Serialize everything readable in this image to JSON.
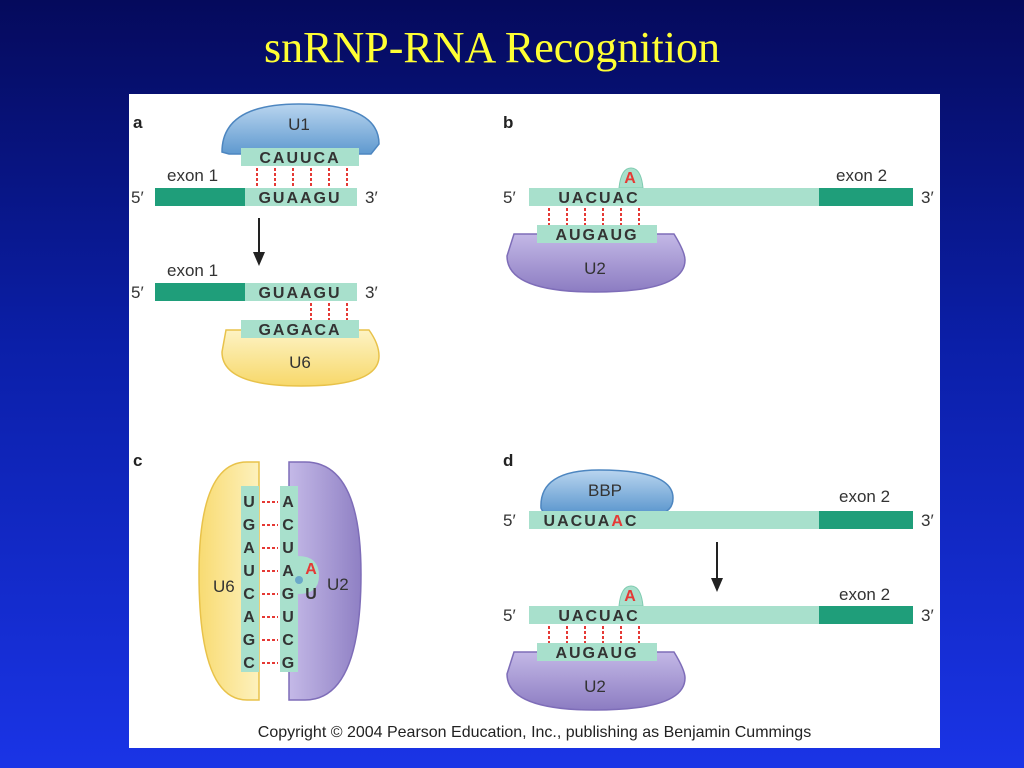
{
  "title": "snRNP-RNA Recognition",
  "panels": {
    "a": {
      "letter": "a",
      "top": {
        "snrnp": "U1",
        "snrnp_seq": "CAUUCA",
        "exon": "exon 1",
        "five": "5′",
        "three": "3′",
        "mrna_seq": "GUAAGU"
      },
      "bottom": {
        "exon": "exon 1",
        "five": "5′",
        "three": "3′",
        "mrna_seq": "GUAAGU",
        "snrnp_seq": "GAGACA",
        "snrnp": "U6"
      }
    },
    "b": {
      "letter": "b",
      "five": "5′",
      "three": "3′",
      "exon": "exon 2",
      "mrna_seq": "UACUAC",
      "bulge": "A",
      "snrnp_seq": "AUGAUG",
      "snrnp": "U2"
    },
    "c": {
      "letter": "c",
      "left_snrnp": "U6",
      "right_snrnp": "U2",
      "left_seq": [
        "U",
        "G",
        "A",
        "U",
        "C",
        "A",
        "G",
        "C"
      ],
      "right_seq_top": [
        "A",
        "C",
        "U",
        "A"
      ],
      "bulge": "A",
      "right_seq_bottom": [
        "G",
        "U",
        "C",
        "G"
      ],
      "right_side_u": "U"
    },
    "d": {
      "letter": "d",
      "top": {
        "protein": "BBP",
        "exon": "exon 2",
        "five": "5′",
        "three": "3′",
        "seq_pre": "UACUA",
        "seq_red": "A",
        "seq_post": "C"
      },
      "bottom": {
        "exon": "exon 2",
        "five": "5′",
        "three": "3′",
        "mrna_seq": "UACUAC",
        "bulge": "A",
        "snrnp_seq": "AUGAUG",
        "snrnp": "U2"
      }
    }
  },
  "copyright": "Copyright © 2004 Pearson Education, Inc., publishing as Benjamin Cummings",
  "colors": {
    "exon": "#1f9e7a",
    "intron": "#a8e0cc",
    "u1": "#8fbbe0",
    "u6": "#fbe7a0",
    "u2": "#a99ad0",
    "bbp": "#8fbbe0",
    "pair": "#e53935",
    "title": "#ffff33"
  }
}
